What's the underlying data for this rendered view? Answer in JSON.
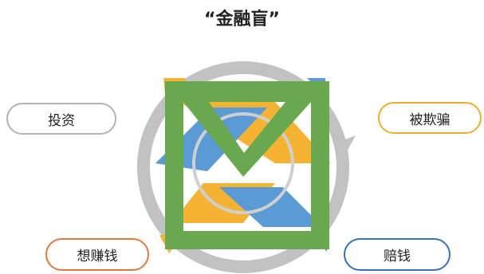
{
  "title": "“金融盲”",
  "nodes": {
    "invest": {
      "label": "投资",
      "border": "#b3b3b3"
    },
    "deceived": {
      "label": "被欺骗",
      "border": "#f0ad2c"
    },
    "want_money": {
      "label": "想赚钱",
      "border": "#e07a44"
    },
    "lose_money": {
      "label": "赔钱",
      "border": "#3a6fbf"
    }
  },
  "colors": {
    "cycle_ring": "#c2c2c2",
    "inner_ring": "#cfcfcf",
    "orange_band": "#f5b233",
    "blue_band": "#5b9bd5",
    "green_frame": "#6aa84f"
  }
}
